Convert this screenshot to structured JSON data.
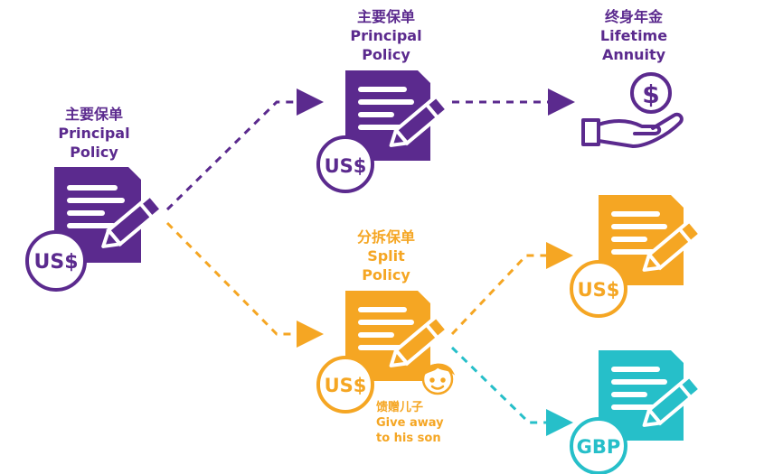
{
  "colors": {
    "purple": "#5b2a8e",
    "orange": "#f5a623",
    "teal": "#26bfc9"
  },
  "nodes": {
    "principal_left": {
      "zh": "主要保单",
      "en1": "Principal",
      "en2": "Policy",
      "currency": "US$"
    },
    "principal_top": {
      "zh": "主要保单",
      "en1": "Principal",
      "en2": "Policy",
      "currency": "US$"
    },
    "annuity": {
      "zh": "终身年金",
      "en1": "Lifetime",
      "en2": "Annuity",
      "icon": "hand-dollar-icon"
    },
    "split": {
      "zh": "分拆保单",
      "en1": "Split",
      "en2": "Policy",
      "currency": "US$"
    },
    "split_usd": {
      "currency": "US$"
    },
    "split_gbp": {
      "currency": "GBP"
    }
  },
  "gift": {
    "zh": "馈赠儿子",
    "en1": "Give away",
    "en2": "to his son",
    "icon": "boy-face-icon"
  }
}
